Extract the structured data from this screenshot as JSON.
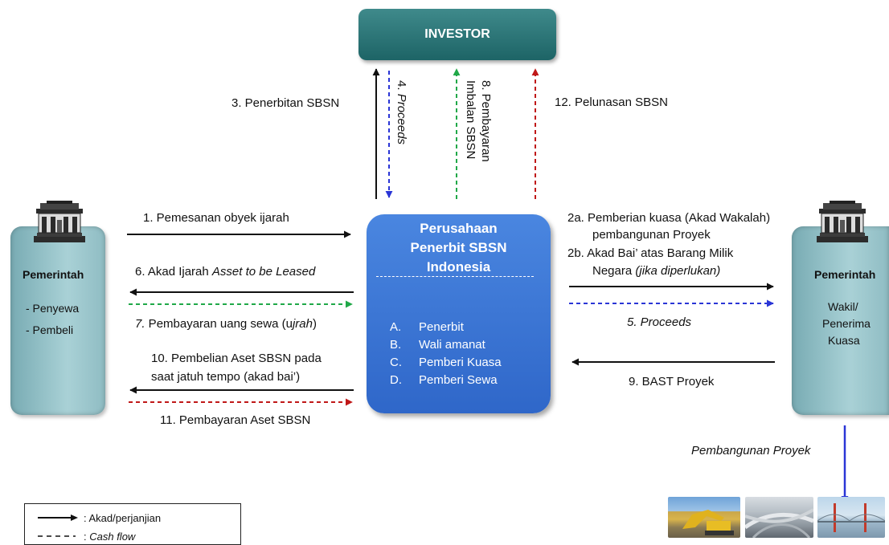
{
  "investor": {
    "label": "INVESTOR"
  },
  "government_left": {
    "title": "Pemerintah",
    "roles": [
      "- Penyewa",
      "- Pembeli"
    ]
  },
  "government_right": {
    "title": "Pemerintah",
    "role": [
      "Wakil/",
      "Penerima",
      "Kuasa"
    ]
  },
  "company": {
    "title": [
      "Perusahaan",
      "Penerbit SBSN",
      "Indonesia"
    ],
    "roles": [
      {
        "letter": "A.",
        "text": "Penerbit"
      },
      {
        "letter": "B.",
        "text": "Wali amanat"
      },
      {
        "letter": "C.",
        "text": "Pemberi Kuasa"
      },
      {
        "letter": "D.",
        "text": "Pemberi Sewa"
      }
    ]
  },
  "flows": {
    "f1": "1.  Pemesanan obyek ijarah",
    "f2a": [
      "2a.  Pemberian kuasa (Akad Wakalah)",
      "pembangunan Proyek"
    ],
    "f2b": [
      "2b.  Akad Bai’ atas Barang Milik",
      "Negara"
    ],
    "f2b_italic": "(jika diperlukan)",
    "f3": "3. Penerbitan SBSN",
    "f4_num": "4.",
    "f4_text": "Proceeds",
    "f5": "5. Proceeds",
    "f6_text": "6.  Akad Ijarah ",
    "f6_italic": "Asset to be Leased",
    "f7_num": "7.",
    "f7_text": "  Pembayaran uang sewa (u",
    "f7_italic": "jrah",
    "f7_end": ")",
    "f8": [
      "8. Pembayaran",
      "Imbalan SBSN"
    ],
    "f9": "9. BAST Proyek",
    "f10": [
      "10. Pembelian Aset SBSN pada",
      "saat jatuh tempo (akad bai’)"
    ],
    "f11": "11. Pembayaran Aset SBSN",
    "f12": "12. Pelunasan SBSN",
    "pembangunan": "Pembangunan Proyek"
  },
  "legend": {
    "solid": ": Akad/perjanjian",
    "dashed_prefix": ": ",
    "dashed": "Cash flow"
  },
  "colors": {
    "black": "#111111",
    "blue": "#2a35d6",
    "green": "#20a848",
    "red": "#c01818",
    "investor": "#1f6b6c",
    "company": "#3a74d6",
    "pillar": "#9cc8cd"
  },
  "images": [
    "excavator-photo",
    "highway-photo",
    "bridge-photo"
  ]
}
